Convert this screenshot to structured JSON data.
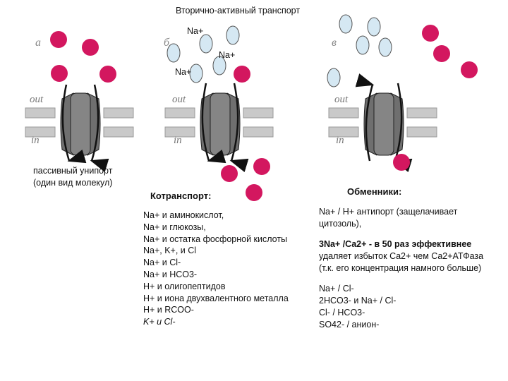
{
  "title": "Вторично-активный транспорт",
  "panels": [
    {
      "letter": "а",
      "out": "out",
      "in": "in"
    },
    {
      "letter": "б",
      "out": "out",
      "in": "in"
    },
    {
      "letter": "в",
      "out": "out",
      "in": "in"
    }
  ],
  "ion_labels": [
    "Na+",
    "Na+",
    "Na+"
  ],
  "caption_left": [
    "пассивный унипорт",
    "(один вид молекул)"
  ],
  "cotransport": {
    "heading": "Котранспорт:",
    "lines": [
      "Na+ и аминокислот,",
      "Na+ и глюкозы,",
      "Na+ и остатка фосфорной кислоты",
      "Na+, K+, и Cl",
      "Na+ и Cl-",
      "Na+ и HCO3-",
      "H+ и олигопептидов",
      "H+ и иона двухвалентного металла",
      "H+ и RCOO-",
      "K+ и Cl-"
    ]
  },
  "exchangers": {
    "heading": "Обменники:",
    "lines": [
      "Na+ / H+ антипорт (защелачивает",
      "цитозоль),",
      "3Na+ /Ca2+ - в 50 раз эффективнее",
      "удаляет избыток Ca2+ чем Ca2+АТФаза",
      "(т.к. его концентрация намного больше)",
      "Na+ / Cl-",
      "2HCO3- и Na+ / Cl-",
      "Cl- / HCO3-",
      "SO42- / анион-"
    ]
  },
  "colors": {
    "magenta": "#d3175f",
    "light_blue": "#d5e8f3",
    "channel_gray": "#7a7a7a",
    "membrane_gray": "#c9c9c9"
  }
}
